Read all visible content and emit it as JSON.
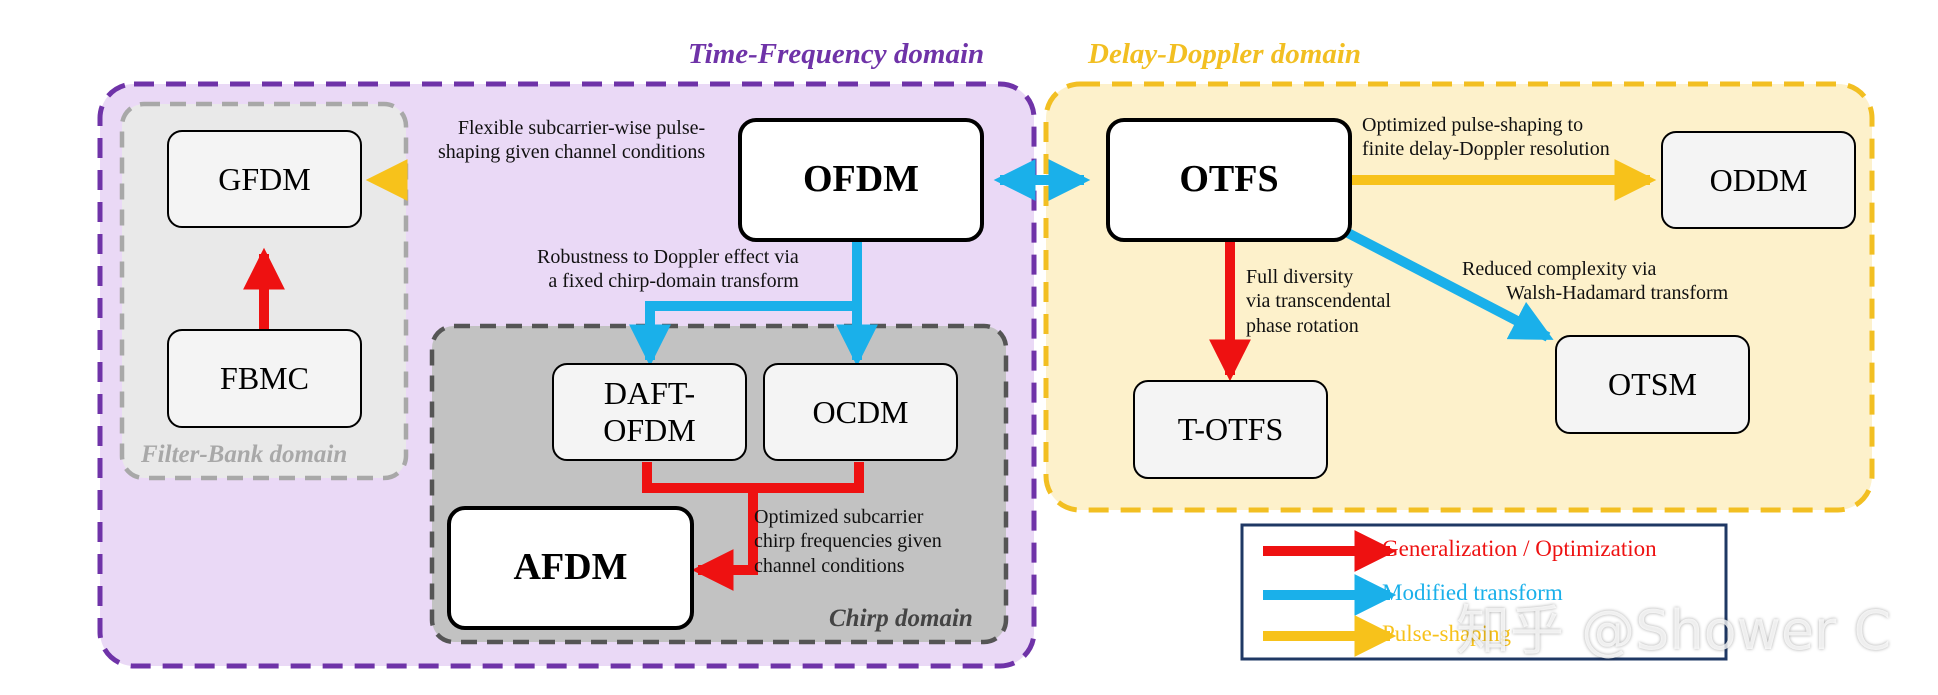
{
  "domains": {
    "time_frequency": "Time-Frequency domain",
    "delay_doppler": "Delay-Doppler domain",
    "filter_bank": "Filter-Bank domain",
    "chirp": "Chirp domain"
  },
  "nodes": {
    "gfdm": "GFDM",
    "fbmc": "FBMC",
    "ofdm": "OFDM",
    "daft_ofdm": [
      "DAFT-",
      "OFDM"
    ],
    "ocdm": "OCDM",
    "afdm": "AFDM",
    "otfs": "OTFS",
    "oddm": "ODDM",
    "t_otfs": "T-OTFS",
    "otsm": "OTSM"
  },
  "annotations": {
    "ofdm_to_gfdm": [
      "Flexible subcarrier-wise pulse-",
      "shaping given channel conditions"
    ],
    "ofdm_to_chirp": [
      "Robustness to Doppler effect via",
      "a fixed chirp-domain transform"
    ],
    "chirp_to_afdm": [
      "Optimized subcarrier",
      "chirp frequencies given",
      "channel conditions"
    ],
    "otfs_to_oddm": [
      "Optimized pulse-shaping to",
      "finite delay-Doppler resolution"
    ],
    "otfs_to_totfs": [
      "Full diversity",
      "via transcendental",
      "phase rotation"
    ],
    "otfs_to_otsm": [
      "Reduced complexity via",
      "Walsh-Hadamard transform"
    ]
  },
  "legend": {
    "items": [
      {
        "label": "Generalization / Optimization",
        "color": "#ee1111"
      },
      {
        "label": "Modified transform",
        "color": "#1ab0ea"
      },
      {
        "label": "Pulse-shaping",
        "color": "#f7c21b"
      }
    ]
  },
  "watermark": "知乎 @Shower C",
  "colors": {
    "purple": "#6f33a8",
    "purple_fill": "#ead9f6",
    "yellow": "#f2bf22",
    "yellow_fill": "#fdf1cb",
    "red": "#ee1111",
    "blue": "#1ab0ea",
    "gold": "#f7c21b",
    "legend_border": "#1f3864"
  }
}
